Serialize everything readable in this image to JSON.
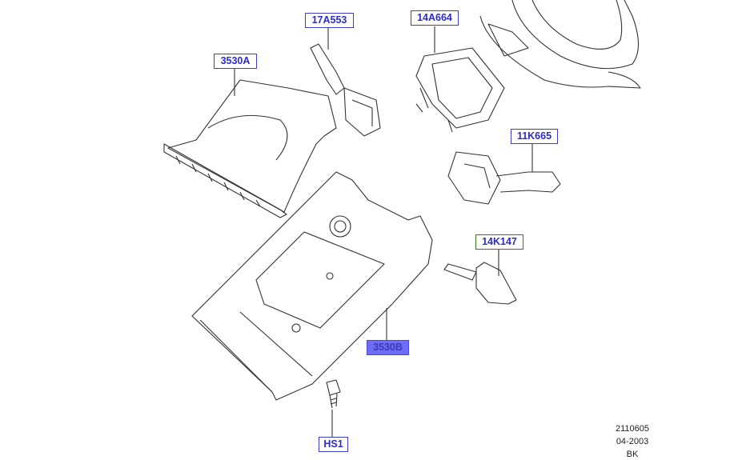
{
  "callouts": {
    "c17A553": "17A553",
    "c14A664": "14A664",
    "c3530A": "3530A",
    "c11K665": "11K665",
    "c14K147": "14K147",
    "c3530B": "3530B",
    "cHS1": "HS1"
  },
  "stamp": {
    "number": "2110605",
    "date": "04-2003",
    "code": "BK"
  },
  "colors": {
    "callout_border": "#3d3dc8",
    "callout_text": "#2b2bd0",
    "highlight_border": "#3a7a1e",
    "selected_fill": "#6f6cf5"
  }
}
